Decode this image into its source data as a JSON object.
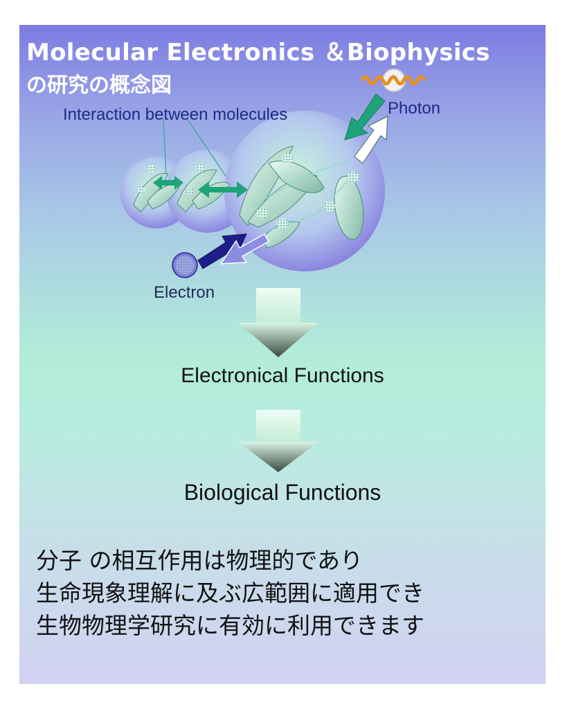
{
  "title": {
    "line1": "Molecular Electronics ＆Biophysics",
    "line2": "の研究の概念図"
  },
  "diagram": {
    "interaction_label": "Interaction between molecules",
    "photon_label": "Photon",
    "electron_label": "Electron",
    "colors": {
      "green_arrow": "#1fa37a",
      "electron_in_arrow": "#1e1e8a",
      "electron_out_arrow": "#8c8ce0",
      "photon_out_arrow": "#ffffff",
      "electron_ball": "#7a7ad8"
    }
  },
  "flow": {
    "step1": "Electronical Functions",
    "step2": "Biological Functions"
  },
  "summary": {
    "line1": "分子 の相互作用は物理的であり",
    "line2": "生命現象理解に及ぶ広範囲に適用でき",
    "line3": "生物物理学研究に有効に利用できます"
  }
}
